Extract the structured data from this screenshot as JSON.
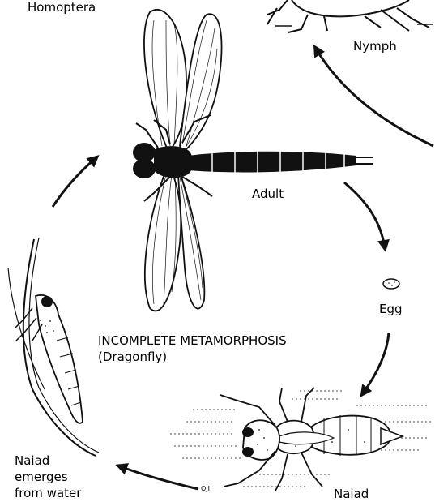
{
  "labels": {
    "top_left": "Homoptera",
    "nymph": "Nymph",
    "adult": "Adult",
    "egg": "Egg",
    "title_line1": "INCOMPLETE METAMORPHOSIS",
    "title_line2": "(Dragonfly)",
    "naiad": "Naiad",
    "emerges_line1": "Naiad",
    "emerges_line2": "emerges",
    "emerges_line3": "from water",
    "small_mark": "OJI"
  },
  "colors": {
    "ink": "#111111",
    "paper": "#ffffff"
  }
}
